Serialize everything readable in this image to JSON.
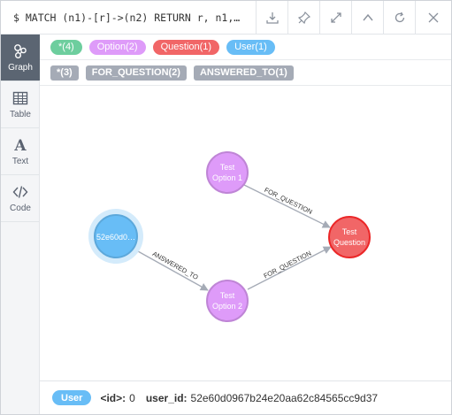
{
  "header": {
    "query": "$ MATCH (n1)-[r]->(n2) RETURN r, n1,…",
    "buttons": [
      "download-icon",
      "pin-icon",
      "expand-icon",
      "collapse-icon",
      "rerun-icon",
      "close-icon"
    ]
  },
  "sidebar": {
    "items": [
      {
        "label": "Graph",
        "icon": "graph-icon",
        "active": true
      },
      {
        "label": "Table",
        "icon": "table-icon",
        "active": false
      },
      {
        "label": "Text",
        "icon": "text-icon",
        "active": false
      },
      {
        "label": "Code",
        "icon": "code-icon",
        "active": false
      }
    ]
  },
  "labels_legend": [
    {
      "text": "*(4)",
      "color": "#6dce9e"
    },
    {
      "text": "Option(2)",
      "color": "#de9bf9"
    },
    {
      "text": "Question(1)",
      "color": "#f16667"
    },
    {
      "text": "User(1)",
      "color": "#68bdf6"
    }
  ],
  "rel_legend": [
    {
      "text": "*(3)",
      "color": "#a5abb6"
    },
    {
      "text": "FOR_QUESTION(2)",
      "color": "#a5abb6"
    },
    {
      "text": "ANSWERED_TO(1)",
      "color": "#a5abb6"
    }
  ],
  "graph": {
    "nodes": [
      {
        "id": "user",
        "line1": "52e60d0…",
        "line2": "",
        "color": "#68bdf6",
        "stroke": "#5ca8db"
      },
      {
        "id": "opt1",
        "line1": "Test",
        "line2": "Option 1",
        "color": "#de9bf9",
        "stroke": "#bf85d6"
      },
      {
        "id": "opt2",
        "line1": "Test",
        "line2": "Option 2",
        "color": "#de9bf9",
        "stroke": "#bf85d6"
      },
      {
        "id": "q",
        "line1": "Test",
        "line2": "Question",
        "color": "#f16667",
        "stroke": "#eb2728"
      }
    ],
    "edges": [
      {
        "label": "ANSWERED_TO"
      },
      {
        "label": "FOR_QUESTION"
      },
      {
        "label": "FOR_QUESTION"
      }
    ]
  },
  "footer": {
    "label": "User",
    "label_color": "#68bdf6",
    "id_key": "<id>:",
    "id_value": "0",
    "prop_key": "user_id:",
    "prop_value": "52e60d0967b24e20aa62c84565cc9d37"
  }
}
